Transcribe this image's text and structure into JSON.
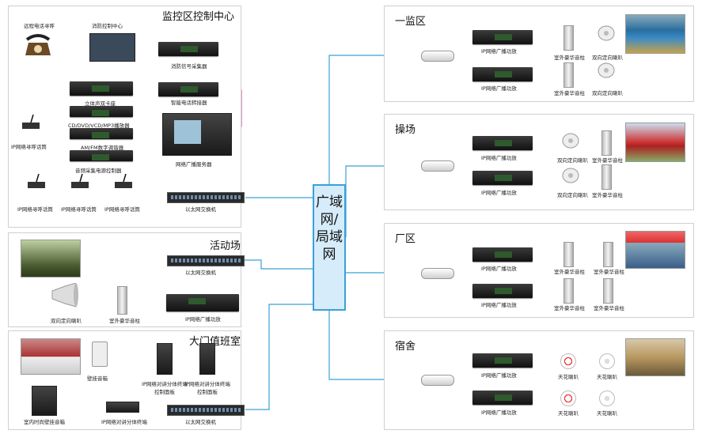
{
  "wan": {
    "label": "广域网/局域网"
  },
  "control_center": {
    "title": "监控区控制中心",
    "remote_phone": "远程电话寻呼",
    "fire_center": "消防控制中心",
    "fire_collector": "消防信号采集器",
    "phone_relay": "智能电话转接器",
    "tape_deck": "立体声双卡座",
    "cd_player": "CD/DVD/VCD/MP3播放器",
    "tuner": "AM/FM数字调谐器",
    "source_ctrl": "音频采集电源控制器",
    "server": "网络广播服务器",
    "mic_main": "IP网络寻呼话筒",
    "mic1": "IP网络寻呼话筒",
    "mic2": "IP网络寻呼话筒",
    "mic3": "IP网络寻呼话筒",
    "switch": "以太网交换机"
  },
  "activity": {
    "title": "活动场",
    "switch": "以太网交换机",
    "amp": "IP网络广播功放",
    "horn": "双向定向喇叭",
    "column": "室外豪华音柱"
  },
  "gate": {
    "title": "大门值班室",
    "wall_speaker": "壁挂音箱",
    "indoor_speaker": "室内时尚壁挂音箱",
    "intercom1": "IP网络对讲分体终端控制面板",
    "intercom2": "IP网络对讲分体终端控制面板",
    "terminal": "IP网络对讲分体终端",
    "switch": "以太网交换机"
  },
  "zones": [
    {
      "title": "一监区",
      "amp1": "IP网络广播功放",
      "amp2": "IP网络广播功放",
      "dev1": "室外豪华音柱",
      "dev2": "双向定向喇叭",
      "dev3": "室外豪华音柱",
      "dev4": "双向定向喇叭"
    },
    {
      "title": "操场",
      "amp1": "IP网络广播功放",
      "amp2": "IP网络广播功放",
      "dev1": "双向定向喇叭",
      "dev2": "室外豪华音柱",
      "dev3": "双向定向喇叭",
      "dev4": "室外豪华音柱"
    },
    {
      "title": "厂区",
      "amp1": "IP网络广播功放",
      "amp2": "IP网络广播功放",
      "dev1": "室外豪华音柱",
      "dev2": "室外豪华音柱",
      "dev3": "室外豪华音柱",
      "dev4": "室外豪华音柱"
    },
    {
      "title": "宿舍",
      "amp1": "IP网络广播功放",
      "amp2": "IP网络广播功放",
      "dev1": "天花喇叭",
      "dev2": "天花喇叭",
      "dev3": "天花喇叭",
      "dev4": "天花喇叭"
    }
  ],
  "colors": {
    "network_line": "#3aa0d8",
    "signal_line": "#c03a8a",
    "power_line": "#e0a040",
    "panel_border": "#cfcfcf"
  }
}
